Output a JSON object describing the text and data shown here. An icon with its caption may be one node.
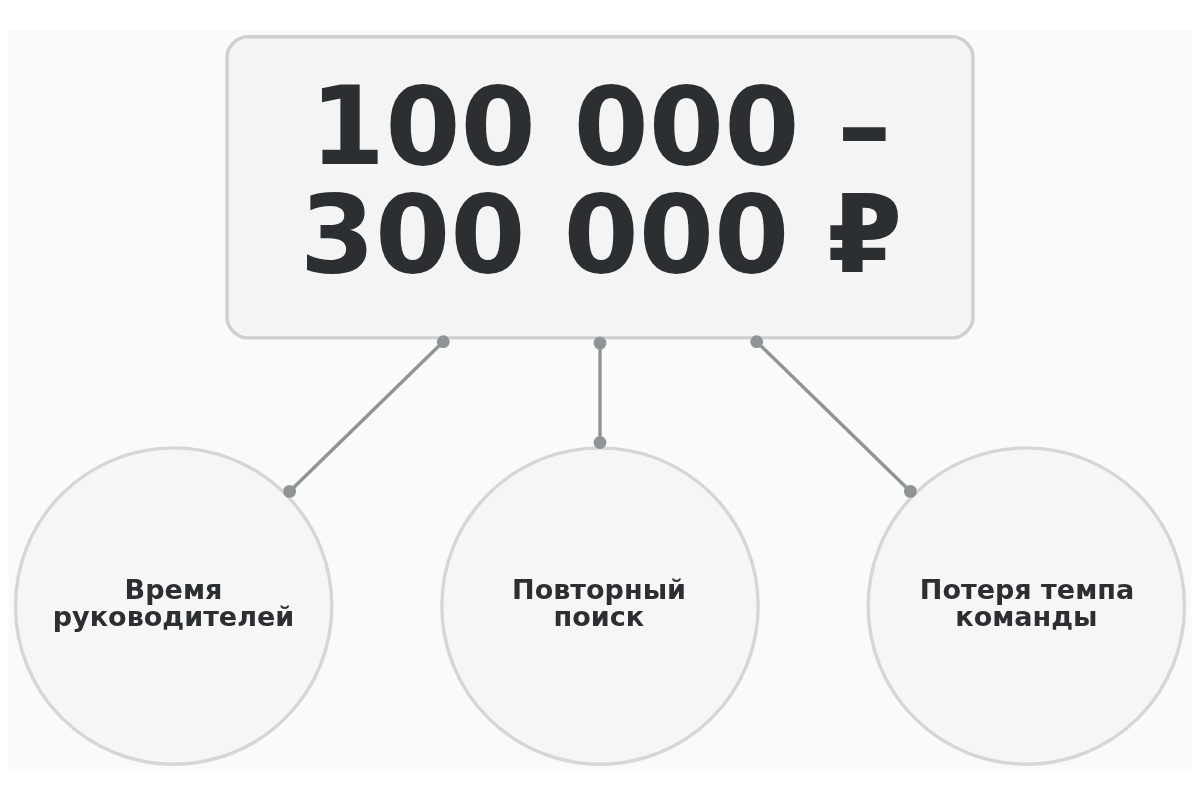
{
  "diagram": {
    "nodes": [
      {
        "text": [
          "100 000 – 300 000 ₽"
        ]
      },
      {
        "text": [
          "Время руководителей"
        ]
      },
      {
        "text": [
          "Повторный поиск"
        ]
      },
      {
        "text": [
          "Потеря темпа команды"
        ]
      }
    ],
    "edges": [
      {
        "from": 0,
        "to": 1,
        "arrow": "other"
      },
      {
        "from": 0,
        "to": 2,
        "arrow": "other"
      },
      {
        "from": 0,
        "to": 3,
        "arrow": "other"
      }
    ]
  }
}
